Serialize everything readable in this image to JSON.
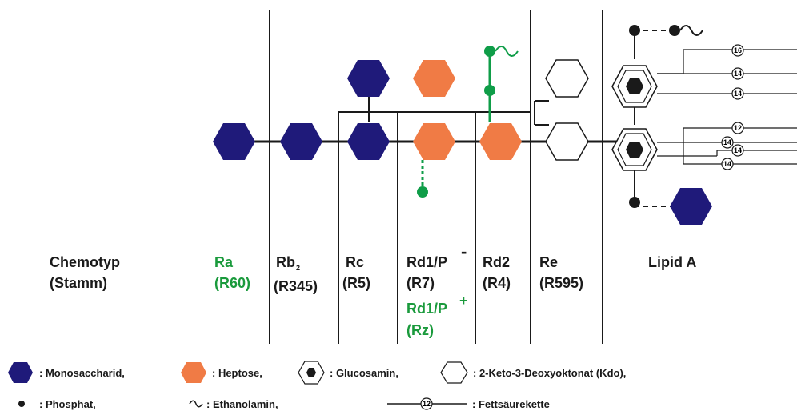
{
  "chemotypes": [
    {
      "line1": "Chemotyp",
      "line2": "(Stamm)"
    },
    {
      "line1": "Ra",
      "line2": "(R60)"
    },
    {
      "line1": "Rb",
      "sub": "2",
      "line2": "(R345)"
    },
    {
      "line1": "Rc",
      "line2": "(R5)"
    },
    {
      "line1": "Rd1/P",
      "sup": "-",
      "line2": "(R7)",
      "line3": "Rd1/P",
      "sup3": "+",
      "line4": "(Rz)"
    },
    {
      "line1": "Rd2",
      "line2": "(R4)"
    },
    {
      "line1": "Re",
      "line2": "(R595)"
    },
    {
      "line1": "Lipid A"
    }
  ],
  "fatty_acids": [
    "16",
    "14",
    "14",
    "12",
    "14",
    "14",
    "14"
  ],
  "fatty_acid_sample": "12",
  "legend": {
    "monosaccharid": ": Monosaccharid,",
    "heptose": ": Heptose,",
    "glucosamin": ": Glucosamin,",
    "kdo": ": 2-Keto-3-Deoxyoktonat (Kdo),",
    "phosphat": ": Phosphat,",
    "ethanolamin": ": Ethanolamin,",
    "fettsaeure": ": Fettsäurekette"
  },
  "colors": {
    "monosaccharid": "#1f1a7a",
    "heptose": "#f07b45",
    "phosphat_green": "#0f9d48",
    "label_green": "#1a9a3c",
    "line": "#1a1a1a"
  }
}
